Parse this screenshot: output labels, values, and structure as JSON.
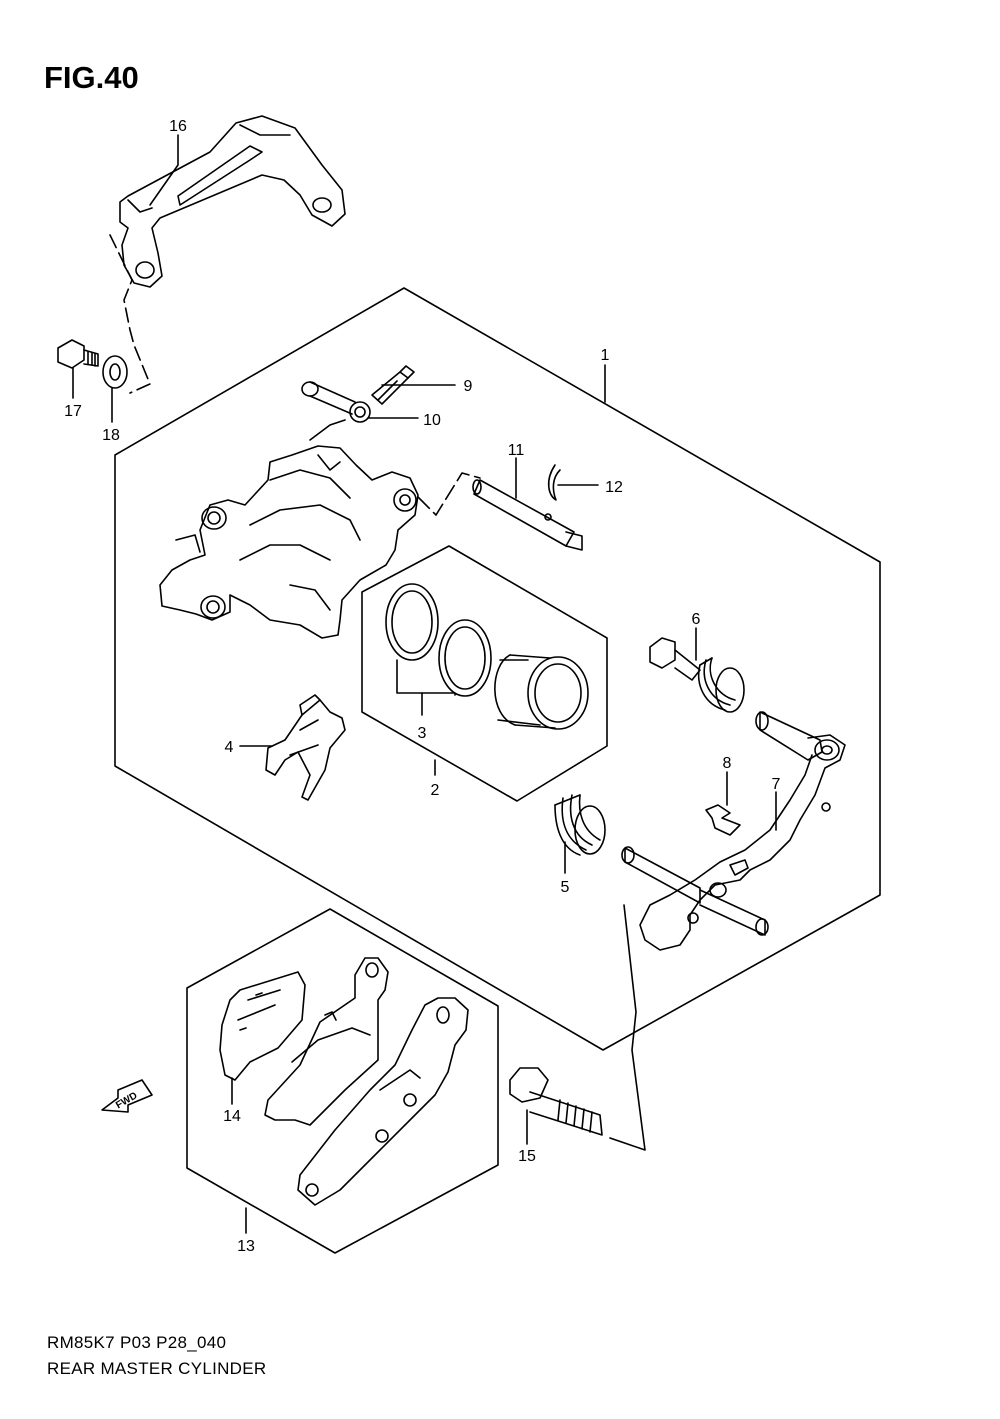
{
  "figure": {
    "title": "FIG.40",
    "model_code": "RM85K7 P03 P28_040",
    "assembly_name": "REAR MASTER CYLINDER"
  },
  "fwd_arrow": {
    "label": "FWD"
  },
  "callouts": [
    "1",
    "2",
    "3",
    "4",
    "5",
    "6",
    "7",
    "8",
    "9",
    "10",
    "11",
    "12",
    "13",
    "14",
    "15",
    "16",
    "17",
    "18"
  ]
}
